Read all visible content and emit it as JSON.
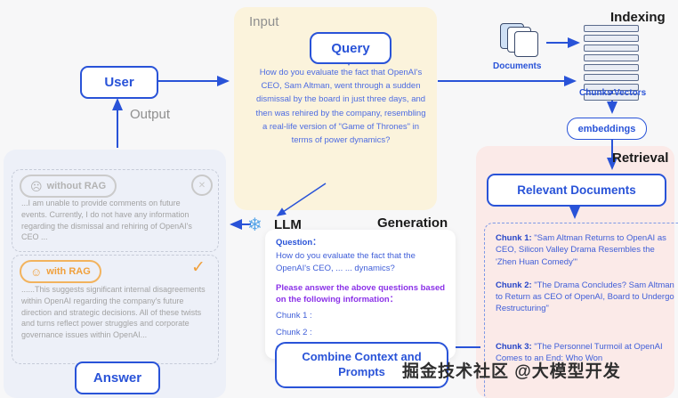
{
  "colors": {
    "accent_blue": "#2953d8",
    "text_blue": "#3f5ed8",
    "purple": "#8b31e8",
    "orange": "#f0a03c",
    "gray": "#a3a3a3",
    "input_panel_bg": "#fbf3dc",
    "retrieval_panel_bg": "#fbeae8",
    "output_panel_bg": "#edf0f8"
  },
  "icons": {
    "snowflake": "❄",
    "sad_face": "☹",
    "happy_face": "☺",
    "cross": "✕",
    "check": "✓"
  },
  "labels": {
    "input": "Input",
    "output": "Output",
    "indexing": "Indexing",
    "retrieval": "Retrieval",
    "generation": "Generation",
    "llm": "LLM",
    "documents": "Documents",
    "chunks": "Chunks",
    "vectors": "Vectors",
    "watermark": "掘金技术社区 @大模型开发"
  },
  "nodes": {
    "user": "User",
    "query": "Query",
    "embeddings": "embeddings",
    "relevant_documents": "Relevant Documents",
    "combine": "Combine Context and Prompts",
    "answer": "Answer"
  },
  "query_text": "How do you evaluate the fact that OpenAI's CEO, Sam Altman, went through a sudden dismissal by the board in just three days, and then was rehired by the company, resembling a real-life version of \"Game of Thrones\" in terms of power dynamics?",
  "generation_panel": {
    "question_label": "Question：",
    "question_text": "How do you evaluate the fact that the OpenAI's CEO, ... ... dynamics?",
    "instruction": "Please answer the above questions based on the following information：",
    "chunk_refs": [
      "Chunk 1 :",
      "Chunk 2 :",
      "Chunk 3 :"
    ]
  },
  "comparison": {
    "without_rag": {
      "label": "without RAG",
      "text": "...I am unable to provide comments on future events. Currently, I do not have any information regarding the dismissal and rehiring of OpenAI's CEO ..."
    },
    "with_rag": {
      "label": "with RAG",
      "text": "......This suggests significant internal disagreements within OpenAI regarding the company's future direction and strategic decisions. All of these twists and turns reflect power struggles and corporate governance issues within OpenAI..."
    }
  },
  "retrieved_chunks": [
    {
      "label": "Chunk 1:",
      "text": "\"Sam Altman Returns to OpenAI as CEO, Silicon Valley Drama Resembles the 'Zhen Huan Comedy'\""
    },
    {
      "label": "Chunk 2:",
      "text": "\"The Drama Concludes? Sam Altman to Return as CEO of OpenAI, Board to Undergo Restructuring\""
    },
    {
      "label": "Chunk 3:",
      "text": "\"The Personnel Turmoil at OpenAI Comes to an End: Who Won"
    }
  ]
}
